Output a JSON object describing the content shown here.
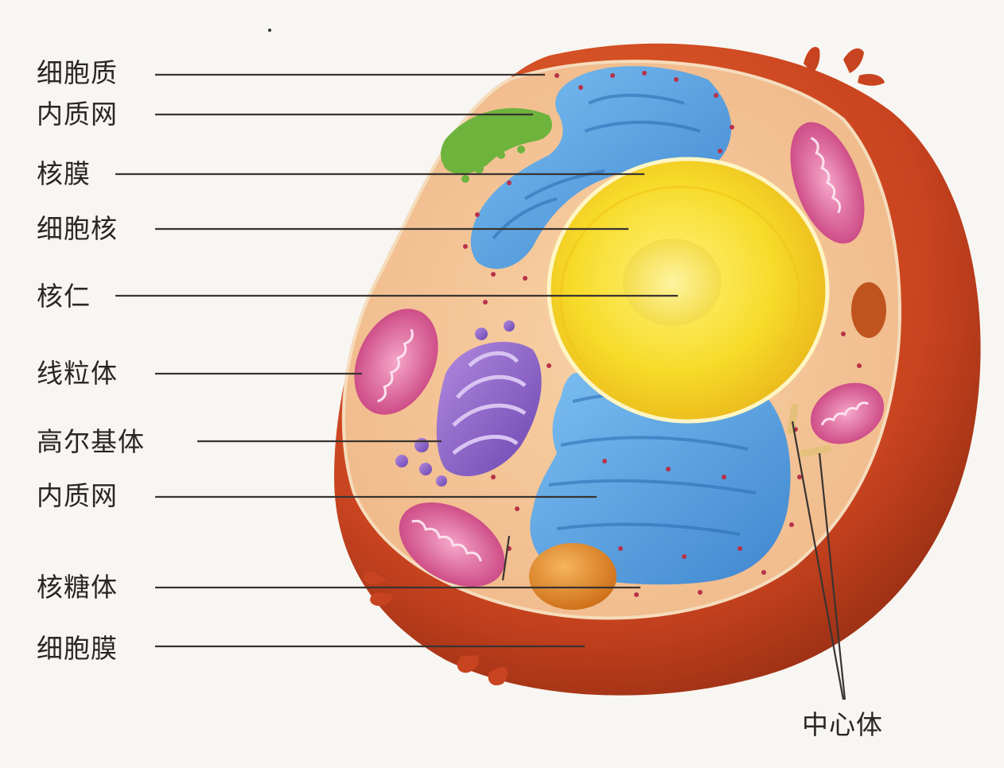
{
  "diagram": {
    "labels": {
      "cytoplasm": "细胞质",
      "er_upper": "内质网",
      "nuclear_envelope": "核膜",
      "nucleus": "细胞核",
      "nucleolus": "核仁",
      "mitochondrion": "线粒体",
      "golgi": "高尔基体",
      "er_lower": "内质网",
      "ribosome": "核糖体",
      "cell_membrane": "细胞膜",
      "centrosome": "中心体"
    },
    "colors": {
      "membrane": "#c8431f",
      "membrane_dark": "#8e2a12",
      "cytoplasm": "#f6c99a",
      "nucleus": "#f5d424",
      "nucleolus": "#f3e34a",
      "er": "#5aa6e6",
      "golgi": "#8e63c9",
      "mitochondrion": "#d24a86",
      "smooth_er": "#6db33c",
      "ribosome_dots": "#b8324a",
      "vacuole": "#e08a2a"
    }
  }
}
